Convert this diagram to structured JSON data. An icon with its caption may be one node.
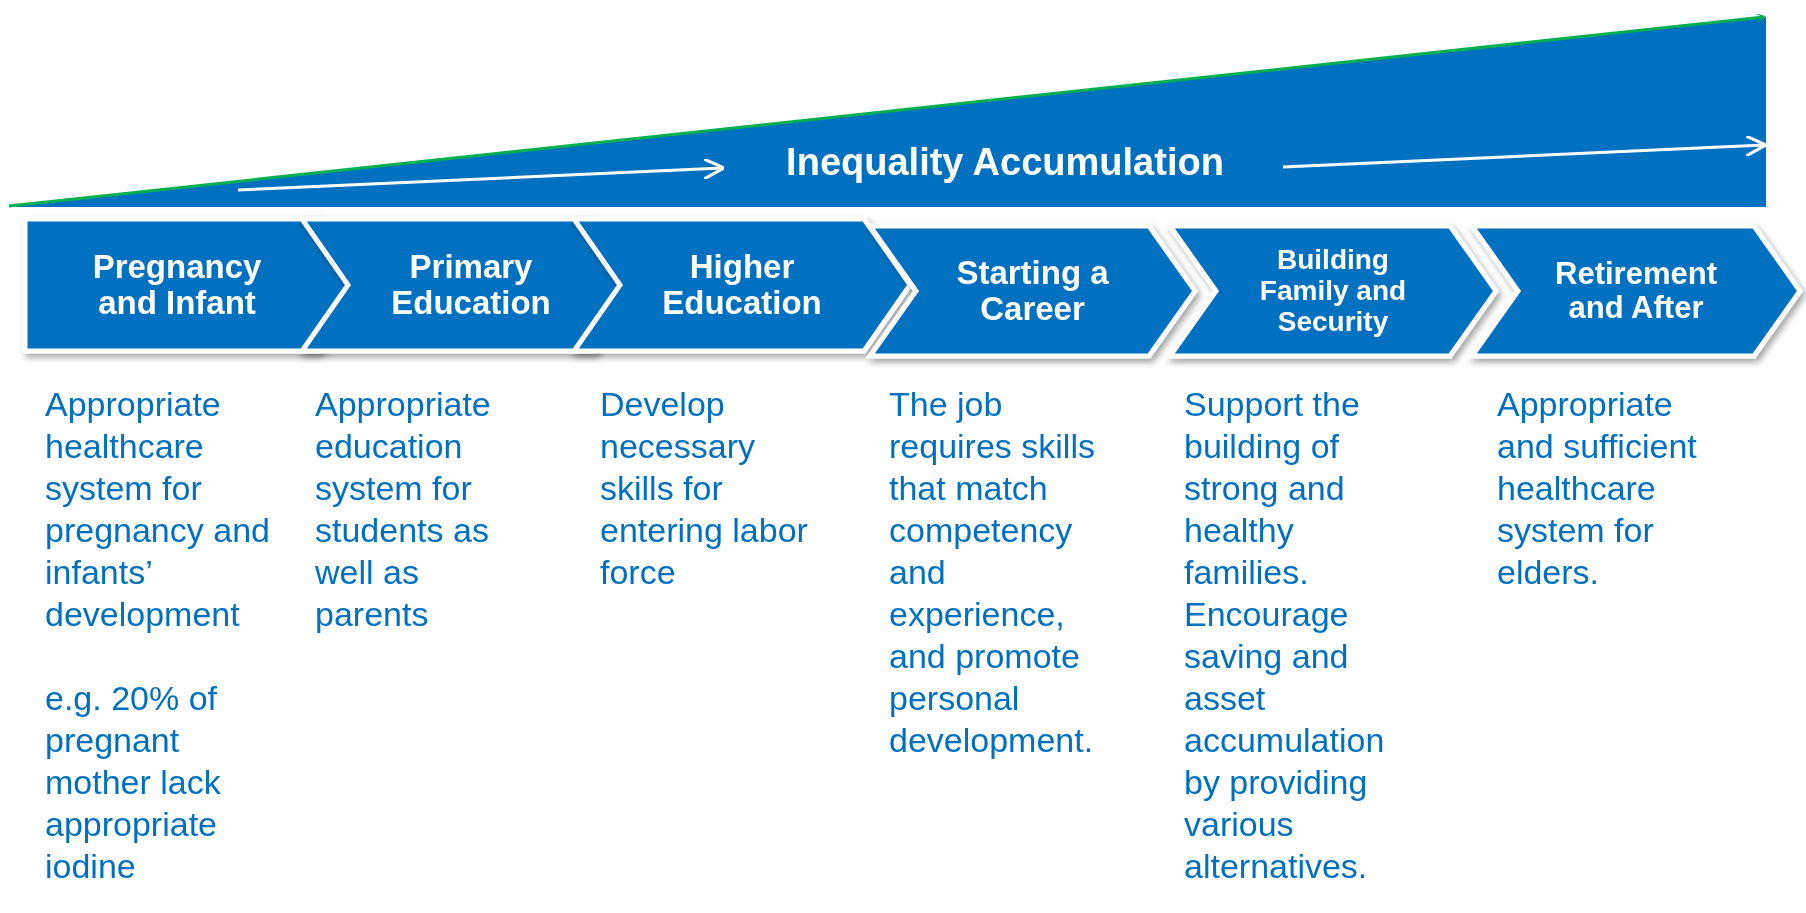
{
  "diagram": {
    "nodes": [
      {
        "text": [
          "Inequality Accumulation"
        ]
      },
      {
        "text": [
          "Pregnancy and Infant"
        ],
        "beside": [
          "Appropriate healthcare system for pregnancy and infants’ development",
          "e.g. 20% of pregnant mother lack appropriate iodine"
        ]
      },
      {
        "text": [
          "Primary Education"
        ],
        "beside": [
          "Appropriate education system for students as well as parents"
        ]
      },
      {
        "text": [
          "Higher Education"
        ],
        "beside": [
          "Develop necessary skills for entering labor force"
        ]
      },
      {
        "text": [
          "Starting a Career"
        ],
        "beside": [
          "The job requires skills that match competency and experience, and promote personal development."
        ]
      },
      {
        "text": [
          "Building Family and Security"
        ],
        "beside": [
          "Support the building of strong and healthy families. Encourage saving and asset accumulation by providing various alternatives."
        ]
      },
      {
        "text": [
          "Retirement and After"
        ],
        "beside": [
          "Appropriate and sufficient healthcare system for elders."
        ]
      }
    ],
    "edges": []
  }
}
